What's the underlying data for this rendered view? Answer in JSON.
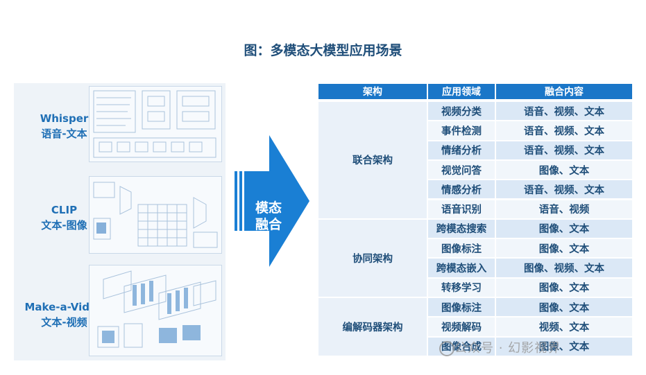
{
  "title": "图：多模态大模型应用场景",
  "models": [
    {
      "name": "Whisper",
      "task": "语音-文本"
    },
    {
      "name": "CLIP",
      "task": "文本-图像"
    },
    {
      "name": "Make-a-Video",
      "task": "文本-视频"
    }
  ],
  "arrow_label": [
    "模态",
    "融合"
  ],
  "table": {
    "headers": [
      "架构",
      "应用领域",
      "融合内容"
    ],
    "groups": [
      {
        "arch": "联合架构",
        "rows": [
          {
            "field": "视频分类",
            "content": "语音、视频、文本"
          },
          {
            "field": "事件检测",
            "content": "语音、视频、文本"
          },
          {
            "field": "情绪分析",
            "content": "语音、视频、文本"
          },
          {
            "field": "视觉问答",
            "content": "图像、文本"
          },
          {
            "field": "情感分析",
            "content": "语音、视频、文本"
          },
          {
            "field": "语音识别",
            "content": "语音、视频"
          }
        ]
      },
      {
        "arch": "协同架构",
        "rows": [
          {
            "field": "跨模态搜索",
            "content": "图像、文本"
          },
          {
            "field": "图像标注",
            "content": "图像、文本"
          },
          {
            "field": "跨模态嵌入",
            "content": "图像、视频、文本"
          },
          {
            "field": "转移学习",
            "content": "图像、文本"
          }
        ]
      },
      {
        "arch": "编解码器架构",
        "rows": [
          {
            "field": "图像标注",
            "content": "图像、文本"
          },
          {
            "field": "视频解码",
            "content": "视频、文本"
          },
          {
            "field": "图像合成",
            "content": "图像、文本"
          }
        ]
      }
    ]
  },
  "watermark": "公众号 · 幻影视界",
  "colors": {
    "header": "#1a76c8",
    "row_a": "#dbe8f6",
    "row_b": "#f1f6fb",
    "text": "#1f4e79",
    "arrow": "#1a7fd4"
  }
}
